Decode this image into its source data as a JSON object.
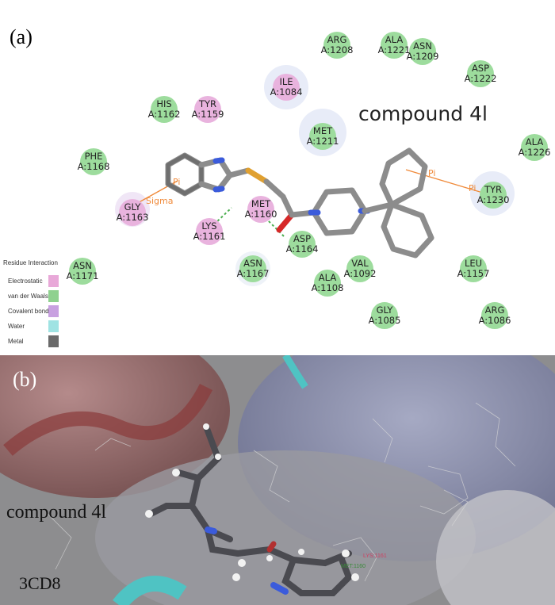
{
  "panel_a": {
    "label": "(a)",
    "compound_label": "compound 4l",
    "residues": [
      {
        "name": "ARG",
        "id": "A:1208",
        "type": "vdw"
      },
      {
        "name": "ALA",
        "id": "A:1221",
        "type": "vdw"
      },
      {
        "name": "ASN",
        "id": "A:1209",
        "type": "vdw"
      },
      {
        "name": "ASP",
        "id": "A:1222",
        "type": "vdw"
      },
      {
        "name": "ILE",
        "id": "A:1084",
        "type": "elec"
      },
      {
        "name": "HIS",
        "id": "A:1162",
        "type": "vdw"
      },
      {
        "name": "TYR",
        "id": "A:1159",
        "type": "elec"
      },
      {
        "name": "MET",
        "id": "A:1211",
        "type": "vdw"
      },
      {
        "name": "ALA",
        "id": "A:1226",
        "type": "vdw"
      },
      {
        "name": "PHE",
        "id": "A:1168",
        "type": "vdw"
      },
      {
        "name": "TYR",
        "id": "A:1230",
        "type": "vdw"
      },
      {
        "name": "GLY",
        "id": "A:1163",
        "type": "elec"
      },
      {
        "name": "MET",
        "id": "A:1160",
        "type": "elec"
      },
      {
        "name": "LYS",
        "id": "A:1161",
        "type": "elec"
      },
      {
        "name": "ASP",
        "id": "A:1164",
        "type": "vdw"
      },
      {
        "name": "ASN",
        "id": "A:1171",
        "type": "vdw"
      },
      {
        "name": "ASN",
        "id": "A:1167",
        "type": "vdw"
      },
      {
        "name": "VAL",
        "id": "A:1092",
        "type": "vdw"
      },
      {
        "name": "LEU",
        "id": "A:1157",
        "type": "vdw"
      },
      {
        "name": "ALA",
        "id": "A:1108",
        "type": "vdw"
      },
      {
        "name": "GLY",
        "id": "A:1085",
        "type": "vdw"
      },
      {
        "name": "ARG",
        "id": "A:1086",
        "type": "vdw"
      }
    ],
    "interaction_labels": {
      "pi_left": "Pi",
      "sigma": "Sigma",
      "pi_right_1": "Pi",
      "pi_right_2": "Pi"
    },
    "legend": {
      "title": "Residue Interaction",
      "items": [
        {
          "label": "Electrostatic",
          "color": "#e8a8d8"
        },
        {
          "label": "van der Waals",
          "color": "#8fd18f"
        },
        {
          "label": "Covalent bond",
          "color": "#c8a0e0"
        },
        {
          "label": "Water",
          "color": "#9fe3e3"
        },
        {
          "label": "Metal",
          "color": "#6a6a6a"
        }
      ]
    },
    "colors": {
      "vdw": "#9ddc9d",
      "elec": "#e9b3de",
      "pi": "#f08a3a",
      "hbond": "#4caf50",
      "nitrogen": "#3b5bdb",
      "sulfur": "#e0a030",
      "oxygen": "#d62828",
      "carbon": "#8c8c8c"
    }
  },
  "panel_b": {
    "label": "(b)",
    "compound_label": "compound  4l",
    "protein_label": "3CD8",
    "residue_label_1": "LYS:1161",
    "residue_label_2": "MET:1160"
  }
}
